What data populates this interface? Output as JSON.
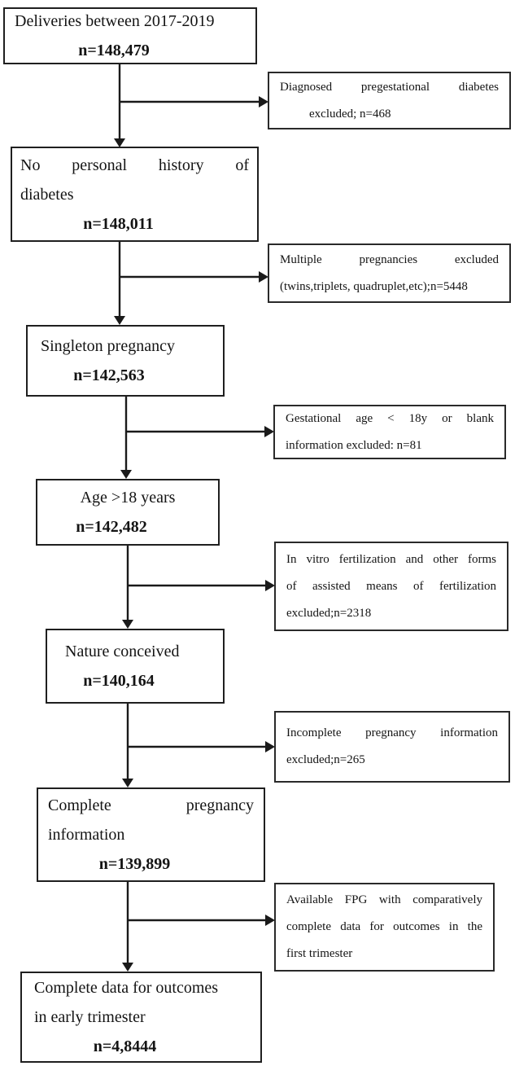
{
  "diagram": {
    "type": "flowchart",
    "description": "Participant selection flow: deliveries between 2017-2019",
    "colors": {
      "background": "#ffffff",
      "box_border": "#1f1f1f",
      "text": "#141414",
      "arrow": "#1a1a1a"
    },
    "main_boxes": [
      {
        "id": "deliveries",
        "title_lines": [
          "Deliveries between 2017-2019"
        ],
        "n": "n=148,479"
      },
      {
        "id": "no-history-diabetes",
        "title_lines": [
          "No personal history of",
          "diabetes"
        ],
        "n": "n=148,011"
      },
      {
        "id": "singleton-pregnancy",
        "title_lines": [
          "Singleton pregnancy"
        ],
        "n": "n=142,563"
      },
      {
        "id": "age-over-18",
        "title_lines": [
          "Age >18 years"
        ],
        "n": "n=142,482"
      },
      {
        "id": "nature-conceived",
        "title_lines": [
          "Nature conceived"
        ],
        "n": "n=140,164"
      },
      {
        "id": "complete-pregnancy-info",
        "title_lines": [
          "Complete pregnancy",
          "information"
        ],
        "n": "n=139,899"
      },
      {
        "id": "complete-outcome-data",
        "title_lines": [
          "Complete data for outcomes",
          "in early trimester"
        ],
        "n": "n=4,8444"
      }
    ],
    "exclusion_boxes": [
      {
        "id": "pregestational-diabetes",
        "lines": [
          "Diagnosed pregestational diabetes",
          "excluded; n=468"
        ]
      },
      {
        "id": "multiple-pregnancies",
        "lines": [
          "Multiple pregnancies excluded",
          "(twins,triplets, quadruplet,etc);n=5448"
        ]
      },
      {
        "id": "age-or-blank",
        "lines": [
          "Gestational age < 18y or blank",
          "information excluded: n=81"
        ]
      },
      {
        "id": "ivf-assisted",
        "lines": [
          "In vitro fertilization and other forms",
          "of assisted means of fertilization",
          "excluded;n=2318"
        ]
      },
      {
        "id": "incomplete-info",
        "lines": [
          "Incomplete pregnancy information",
          "excluded;n=265"
        ]
      },
      {
        "id": "available-fpg",
        "lines": [
          "Available FPG with comparatively",
          "complete data for outcomes in the",
          "first trimester"
        ]
      }
    ]
  }
}
